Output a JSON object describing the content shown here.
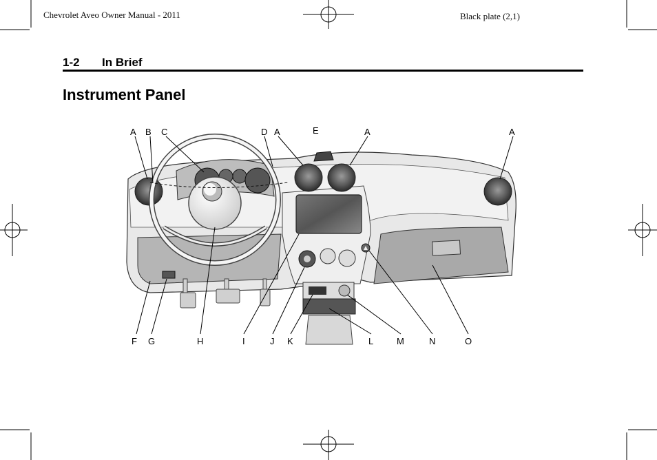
{
  "header": {
    "manual_title": "Chevrolet Aveo Owner Manual - 2011",
    "plate": "Black plate (2,1)"
  },
  "section": {
    "number": "1-2",
    "name": "In Brief"
  },
  "page_title": "Instrument Panel",
  "figure": {
    "callout_labels": [
      "A",
      "B",
      "C",
      "D",
      "A",
      "E",
      "A",
      "A",
      "F",
      "G",
      "H",
      "I",
      "J",
      "K",
      "L",
      "M",
      "N",
      "O"
    ]
  }
}
